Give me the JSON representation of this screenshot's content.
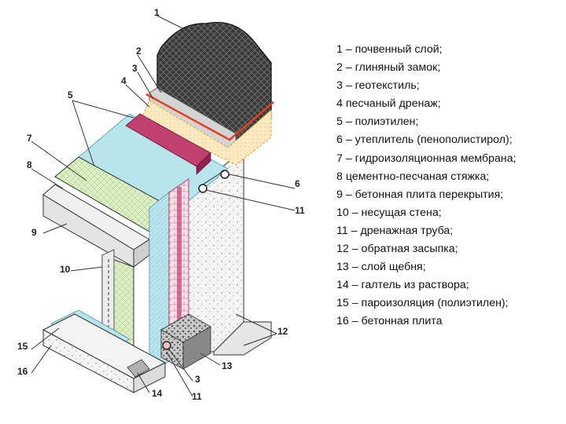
{
  "legend": [
    "1 – почвенный слой;",
    "2 – глиняный замок;",
    "3 – геотекстиль;",
    " 4 песчаный дренаж;",
    "5 – полиэтилен;",
    "6 – утеплитель (пенополистирол);",
    "7 – гидроизоляционная мембрана;",
    " 8 цементно-песчаная стяжка;",
    " 9 – бетонная плита перекрытия;",
    "10 – несущая стена;",
    "11 – дренажная труба;",
    "12 – обратная засыпка;",
    "13 – слой щебня;",
    "14 – галтель из раствора;",
    "15 – пароизоляция (полиэтилен);",
    "16 – бетонная плита"
  ],
  "callouts": {
    "n1": "1",
    "n2": "2",
    "n3": "3",
    "n4": "4",
    "n5": "5",
    "n6": "6",
    "n7": "7",
    "n8": "8",
    "n9": "9",
    "n10": "10",
    "n11": "11",
    "n12": "12",
    "n13": "13",
    "n14": "14",
    "n15": "15",
    "n16": "16",
    "n3b": "3",
    "n11b": "11"
  },
  "colors": {
    "soil": "#2a2a2a",
    "clay": "#c8c8c8",
    "geotextile": "#e04020",
    "sand": "#f0c860",
    "polyethylene": "#b8e4ec",
    "insulation": "#c04070",
    "membrane": "#a8dde6",
    "screed": "#d8ecc0",
    "concrete": "#efefef",
    "backfill": "#f2f2f2",
    "gravel": "#9a9a9a"
  }
}
